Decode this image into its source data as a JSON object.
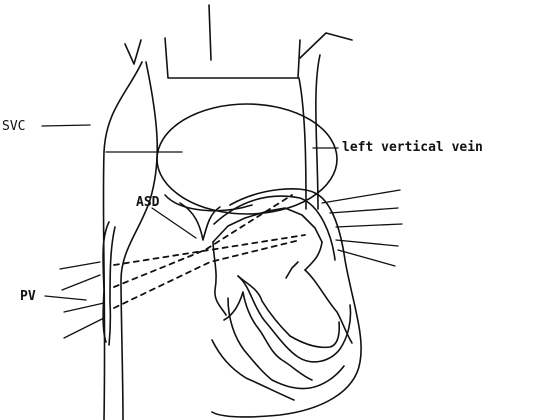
{
  "labels": {
    "svc": "SVC",
    "left_vertical_vein": "left vertical vein",
    "asd": "ASD",
    "pv": "PV"
  }
}
